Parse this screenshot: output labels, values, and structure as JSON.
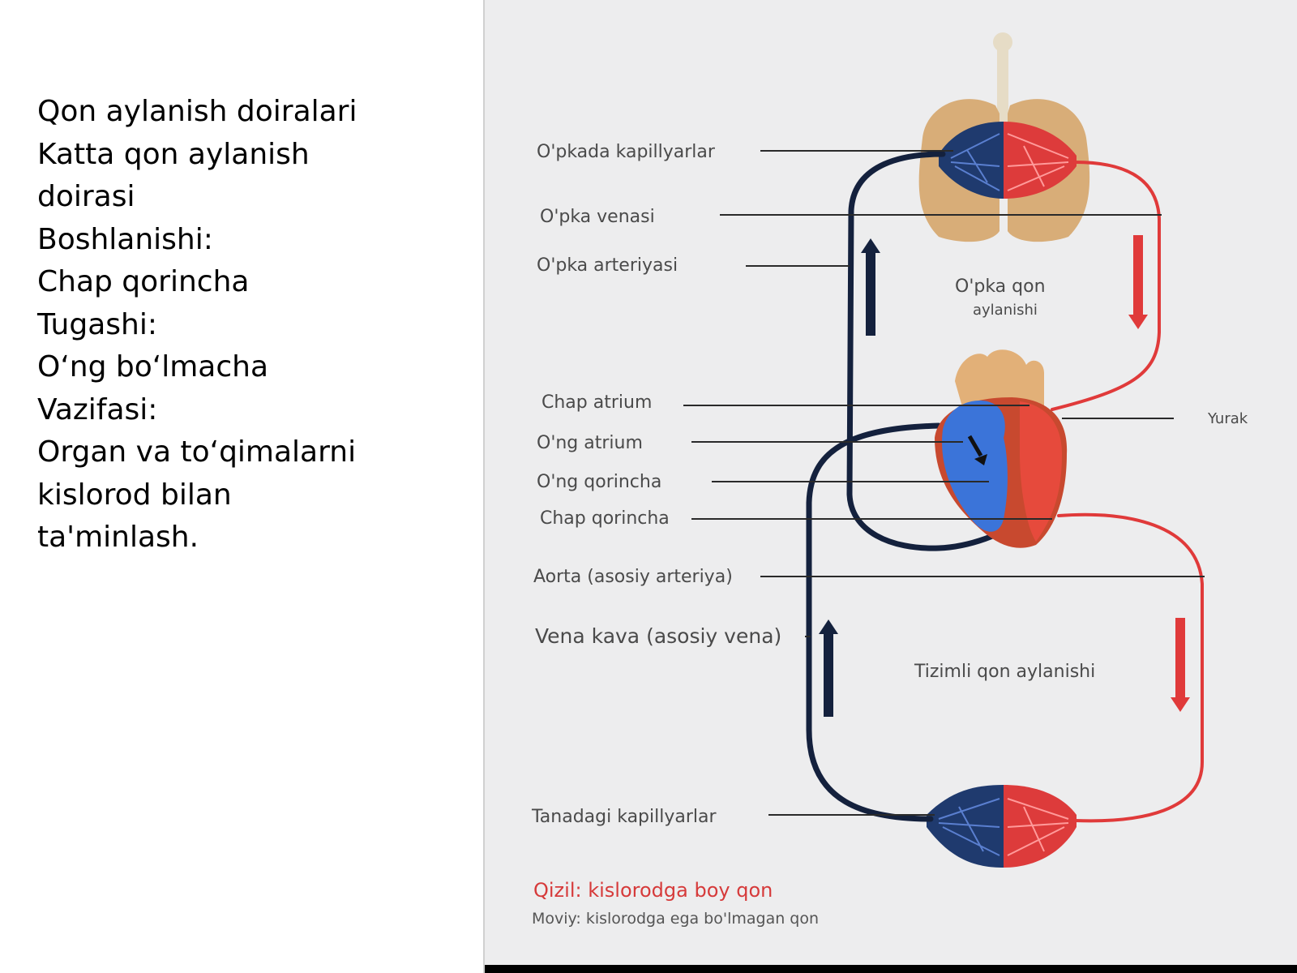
{
  "slide_text": [
    "Qon aylanish doiralari",
    "Katta qon aylanish",
    "doirasi",
    "Boshlanishi:",
    "Chap qorincha",
    "Tugashi:",
    "O‘ng bo‘lmacha",
    "Vazifasi:",
    "Organ va to‘qimalarni",
    "kislorod bilan",
    "ta'minlash."
  ],
  "diagram": {
    "labels": {
      "lung_capillaries": "O'pkada kapillyarlar",
      "pulmonary_vein": "O'pka venasi",
      "pulmonary_artery": "O'pka arteriyasi",
      "pulmonary_circulation_line1": "O'pka qon",
      "pulmonary_circulation_line2": "aylanishi",
      "left_atrium": "Chap atrium",
      "right_atrium": "O'ng atrium",
      "right_ventricle": "O'ng qorincha",
      "left_ventricle": "Chap qorincha",
      "heart": "Yurak",
      "aorta": "Aorta (asosiy arteriya)",
      "vena_cava": "Vena kava (asosiy vena)",
      "systemic_circulation": "Tizimli qon aylanishi",
      "body_capillaries": "Tanadagi kapillyarlar"
    },
    "legend": {
      "red": "Qizil: kislorodga boy qon",
      "blue": "Moviy: kislorodga ega bo'lmagan qon"
    },
    "colors": {
      "oxygenated": "#e03a3a",
      "deoxygenated": "#14213d",
      "background": "#ededee"
    }
  }
}
